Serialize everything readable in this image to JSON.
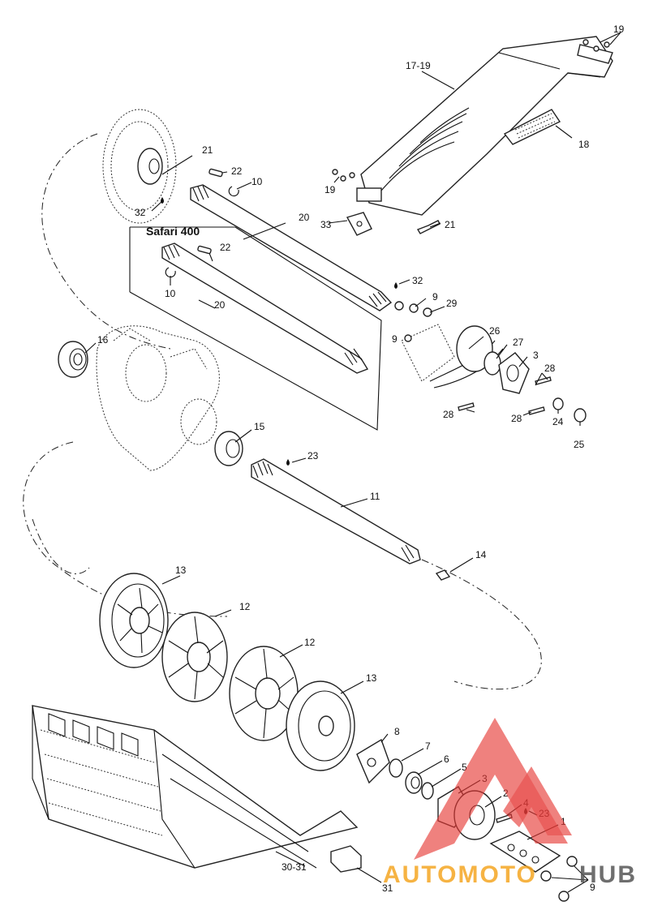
{
  "inset_title": "Safari 400",
  "callouts": {
    "c1": "1",
    "c2": "2",
    "c3a": "3",
    "c3b": "3",
    "c4": "4",
    "c5": "5",
    "c6": "6",
    "c7": "7",
    "c8": "8",
    "c9a": "9",
    "c9b": "9",
    "c9c": "9",
    "c10a": "10",
    "c10b": "10",
    "c11": "11",
    "c12a": "12",
    "c12b": "12",
    "c13a": "13",
    "c13b": "13",
    "c14": "14",
    "c15": "15",
    "c16": "16",
    "c17": "17-19",
    "c18": "18",
    "c19a": "19",
    "c19b": "19",
    "c20a": "20",
    "c20b": "20",
    "c21a": "21",
    "c21b": "21",
    "c22a": "22",
    "c22b": "22",
    "c23a": "23",
    "c23b": "23",
    "c24": "24",
    "c25": "25",
    "c26": "26",
    "c27": "27",
    "c28a": "28",
    "c28b": "28",
    "c28c": "28",
    "c29": "29",
    "c30": "30-31",
    "c31": "31",
    "c32a": "32",
    "c32b": "32",
    "c33": "33"
  },
  "watermark": {
    "brand_orange": "AUTOMOTO",
    "brand_dark": "HUB",
    "color_orange": "#f5a623",
    "color_red": "#e53935",
    "color_dark": "#555555"
  }
}
